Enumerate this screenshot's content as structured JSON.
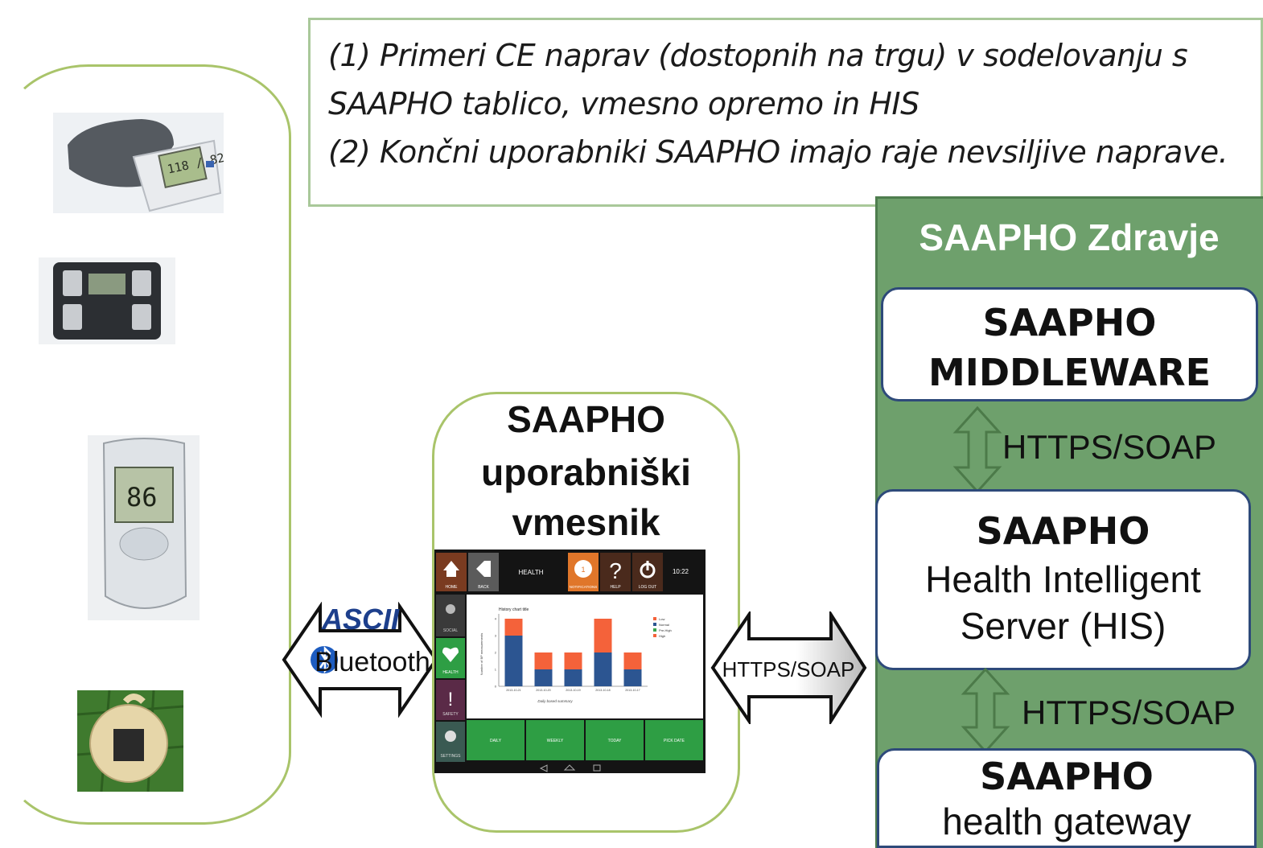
{
  "caption": {
    "line1": "(1) Primeri CE naprav (dostopnih na trgu) v sodelovanju s",
    "line2": "SAAPHO tablico, vmesno opremo in HIS",
    "line3": "(2) Končni uporabniki SAAPHO imajo raje nevsiljive naprave."
  },
  "devices": [
    {
      "name": "blood pressure monitor",
      "display": "118 / 82"
    },
    {
      "name": "body composition scale"
    },
    {
      "name": "glucose meter",
      "display": "86"
    },
    {
      "name": "wearable sensor"
    }
  ],
  "left_arrow": {
    "top_label": "ASCII",
    "bottom_label": "Bluetooth"
  },
  "ui_panel": {
    "line1": "SAAPHO",
    "line2": "uporabniški",
    "line3": "vmesnik"
  },
  "tablet": {
    "nav": [
      "HOME",
      "BACK",
      "HEALTH",
      "NOTIFICATIONS",
      "HELP",
      "LOG OUT"
    ],
    "time": "10:22",
    "notification_count": "1",
    "side_menu": [
      "SOCIAL",
      "HEALTH",
      "SAFETY",
      "SETTINGS"
    ],
    "bottom_tabs": [
      "DAILY",
      "WEEKLY",
      "TODAY",
      "PICK DATE"
    ],
    "accent": "#2e9e44"
  },
  "chart_data": {
    "type": "bar",
    "title": "History chart title",
    "xlabel": "Daily based summary",
    "ylabel": "Number of BP measurements",
    "categories": [
      "2013-10-21",
      "2013-10-20",
      "2013-10-19",
      "2013-10-18",
      "2013-10-17"
    ],
    "series": [
      {
        "name": "Low",
        "values": [
          0,
          0,
          0,
          0,
          0
        ],
        "color": "#f4623a"
      },
      {
        "name": "Normal",
        "values": [
          3,
          1,
          1,
          2,
          1
        ],
        "color": "#2c5591"
      },
      {
        "name": "Pre-High",
        "values": [
          0,
          0,
          0,
          0,
          0
        ],
        "color": "#3aa64c"
      },
      {
        "name": "High",
        "values": [
          1,
          1,
          1,
          2,
          1
        ],
        "color": "#f4623a"
      }
    ],
    "ylim": [
      0,
      4
    ],
    "legend": "right"
  },
  "middle_arrow": {
    "label": "HTTPS/SOAP"
  },
  "server": {
    "title": "SAAPHO Zdravje",
    "middleware": {
      "line1": "SAAPHO",
      "line2": "MIDDLEWARE"
    },
    "proto1": "HTTPS/SOAP",
    "his": {
      "line1": "SAAPHO",
      "line2": "Health Intelligent",
      "line3": "Server (HIS)"
    },
    "proto2": "HTTPS/SOAP",
    "gateway": {
      "line1": "SAAPHO",
      "line2": "health gateway"
    }
  }
}
